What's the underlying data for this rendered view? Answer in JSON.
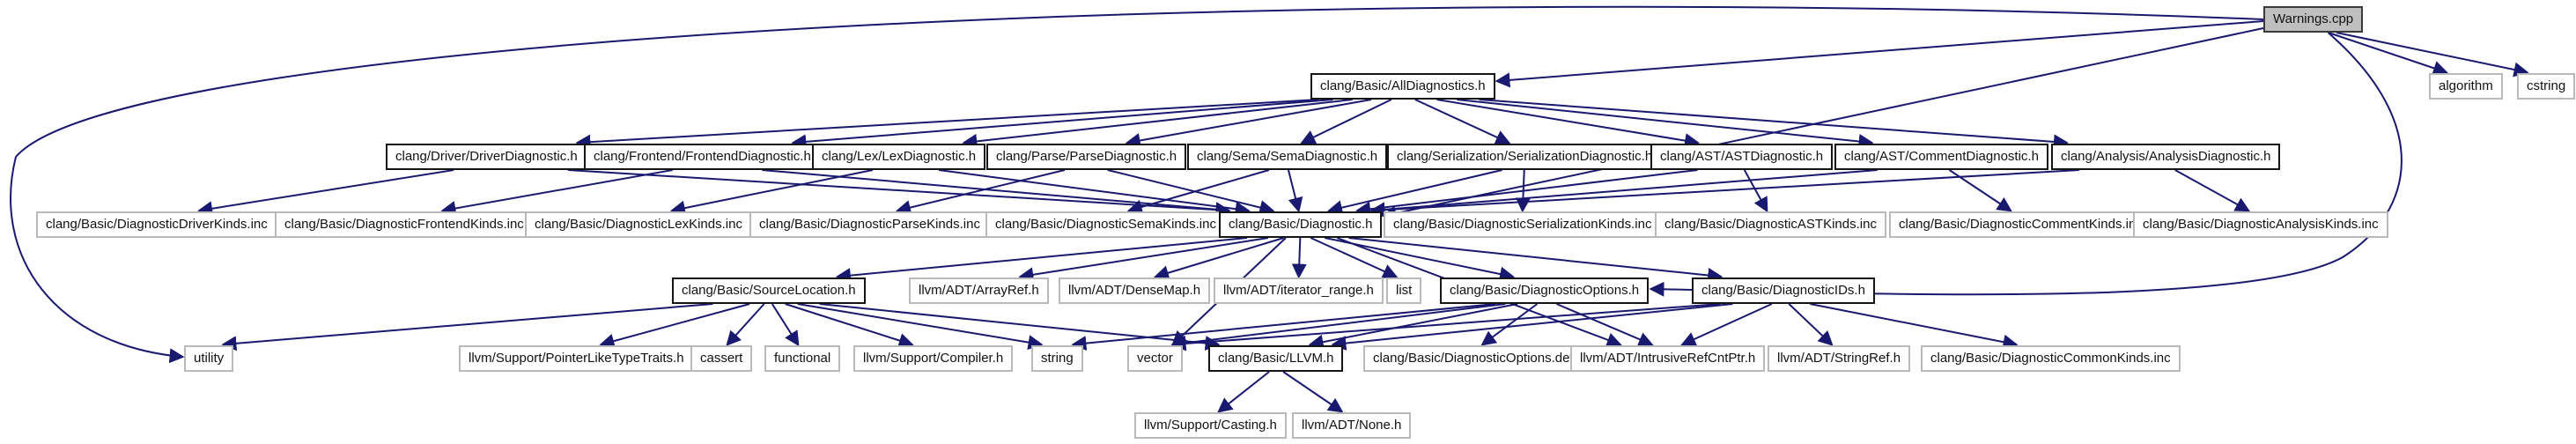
{
  "diagram": {
    "type": "include-dependency-graph",
    "root_label": "Warnings.cpp",
    "edge_color": "#191970",
    "root_fill": "#bfbfbf",
    "linked_border": "#151515",
    "plain_border": "#b9b9b9",
    "nodes": [
      {
        "id": "warnings_cpp",
        "label": "Warnings.cpp",
        "kind": "root"
      },
      {
        "id": "alldiagnostics",
        "label": "clang/Basic/AllDiagnostics.h",
        "kind": "header"
      },
      {
        "id": "algorithm",
        "label": "algorithm",
        "kind": "plain"
      },
      {
        "id": "cstring",
        "label": "cstring",
        "kind": "plain"
      },
      {
        "id": "driverdiag",
        "label": "clang/Driver/DriverDiagnostic.h",
        "kind": "header"
      },
      {
        "id": "frontenddiag",
        "label": "clang/Frontend/FrontendDiagnostic.h",
        "kind": "header"
      },
      {
        "id": "lexdiag",
        "label": "clang/Lex/LexDiagnostic.h",
        "kind": "header"
      },
      {
        "id": "parsediag",
        "label": "clang/Parse/ParseDiagnostic.h",
        "kind": "header"
      },
      {
        "id": "semadiag",
        "label": "clang/Sema/SemaDiagnostic.h",
        "kind": "header"
      },
      {
        "id": "serializationdiag",
        "label": "clang/Serialization/SerializationDiagnostic.h",
        "kind": "header"
      },
      {
        "id": "astdiag",
        "label": "clang/AST/ASTDiagnostic.h",
        "kind": "header"
      },
      {
        "id": "commentdiag",
        "label": "clang/AST/CommentDiagnostic.h",
        "kind": "header"
      },
      {
        "id": "analysisdiag",
        "label": "clang/Analysis/AnalysisDiagnostic.h",
        "kind": "header"
      },
      {
        "id": "driverkinds",
        "label": "clang/Basic/DiagnosticDriverKinds.inc",
        "kind": "plain"
      },
      {
        "id": "frontendkinds",
        "label": "clang/Basic/DiagnosticFrontendKinds.inc",
        "kind": "plain"
      },
      {
        "id": "lexkinds",
        "label": "clang/Basic/DiagnosticLexKinds.inc",
        "kind": "plain"
      },
      {
        "id": "parsekinds",
        "label": "clang/Basic/DiagnosticParseKinds.inc",
        "kind": "plain"
      },
      {
        "id": "semakinds",
        "label": "clang/Basic/DiagnosticSemaKinds.inc",
        "kind": "plain"
      },
      {
        "id": "diagnostic_h",
        "label": "clang/Basic/Diagnostic.h",
        "kind": "header"
      },
      {
        "id": "serializationkinds",
        "label": "clang/Basic/DiagnosticSerializationKinds.inc",
        "kind": "plain"
      },
      {
        "id": "astkinds",
        "label": "clang/Basic/DiagnosticASTKinds.inc",
        "kind": "plain"
      },
      {
        "id": "commentkinds",
        "label": "clang/Basic/DiagnosticCommentKinds.inc",
        "kind": "plain"
      },
      {
        "id": "analysiskinds",
        "label": "clang/Basic/DiagnosticAnalysisKinds.inc",
        "kind": "plain"
      },
      {
        "id": "sourcelocation",
        "label": "clang/Basic/SourceLocation.h",
        "kind": "header"
      },
      {
        "id": "arrayref",
        "label": "llvm/ADT/ArrayRef.h",
        "kind": "plain"
      },
      {
        "id": "densemap",
        "label": "llvm/ADT/DenseMap.h",
        "kind": "plain"
      },
      {
        "id": "iterator_range",
        "label": "llvm/ADT/iterator_range.h",
        "kind": "plain"
      },
      {
        "id": "list",
        "label": "list",
        "kind": "plain"
      },
      {
        "id": "diagopts",
        "label": "clang/Basic/DiagnosticOptions.h",
        "kind": "header"
      },
      {
        "id": "diagids",
        "label": "clang/Basic/DiagnosticIDs.h",
        "kind": "header"
      },
      {
        "id": "utility",
        "label": "utility",
        "kind": "plain"
      },
      {
        "id": "plttraits",
        "label": "llvm/Support/PointerLikeTypeTraits.h",
        "kind": "plain"
      },
      {
        "id": "cassert",
        "label": "cassert",
        "kind": "plain"
      },
      {
        "id": "functional",
        "label": "functional",
        "kind": "plain"
      },
      {
        "id": "compiler",
        "label": "llvm/Support/Compiler.h",
        "kind": "plain"
      },
      {
        "id": "string",
        "label": "string",
        "kind": "plain"
      },
      {
        "id": "vector",
        "label": "vector",
        "kind": "plain"
      },
      {
        "id": "llvm_h",
        "label": "clang/Basic/LLVM.h",
        "kind": "header"
      },
      {
        "id": "optionsdef",
        "label": "clang/Basic/DiagnosticOptions.def",
        "kind": "plain"
      },
      {
        "id": "intrusive",
        "label": "llvm/ADT/IntrusiveRefCntPtr.h",
        "kind": "plain"
      },
      {
        "id": "stringref",
        "label": "llvm/ADT/StringRef.h",
        "kind": "plain"
      },
      {
        "id": "commonkinds",
        "label": "clang/Basic/DiagnosticCommonKinds.inc",
        "kind": "plain"
      },
      {
        "id": "casting",
        "label": "llvm/Support/Casting.h",
        "kind": "plain"
      },
      {
        "id": "none_h",
        "label": "llvm/ADT/None.h",
        "kind": "plain"
      }
    ],
    "edges": [
      [
        "warnings_cpp",
        "alldiagnostics"
      ],
      [
        "warnings_cpp",
        "diagnostic_h"
      ],
      [
        "warnings_cpp",
        "diagopts"
      ],
      [
        "warnings_cpp",
        "utility"
      ],
      [
        "warnings_cpp",
        "algorithm"
      ],
      [
        "warnings_cpp",
        "cstring"
      ],
      [
        "alldiagnostics",
        "driverdiag"
      ],
      [
        "alldiagnostics",
        "frontenddiag"
      ],
      [
        "alldiagnostics",
        "lexdiag"
      ],
      [
        "alldiagnostics",
        "parsediag"
      ],
      [
        "alldiagnostics",
        "semadiag"
      ],
      [
        "alldiagnostics",
        "serializationdiag"
      ],
      [
        "alldiagnostics",
        "astdiag"
      ],
      [
        "alldiagnostics",
        "commentdiag"
      ],
      [
        "alldiagnostics",
        "analysisdiag"
      ],
      [
        "driverdiag",
        "driverkinds"
      ],
      [
        "driverdiag",
        "diagnostic_h"
      ],
      [
        "frontenddiag",
        "frontendkinds"
      ],
      [
        "frontenddiag",
        "diagnostic_h"
      ],
      [
        "lexdiag",
        "lexkinds"
      ],
      [
        "lexdiag",
        "diagnostic_h"
      ],
      [
        "parsediag",
        "parsekinds"
      ],
      [
        "parsediag",
        "diagnostic_h"
      ],
      [
        "semadiag",
        "semakinds"
      ],
      [
        "semadiag",
        "diagnostic_h"
      ],
      [
        "serializationdiag",
        "serializationkinds"
      ],
      [
        "serializationdiag",
        "diagnostic_h"
      ],
      [
        "astdiag",
        "astkinds"
      ],
      [
        "astdiag",
        "diagnostic_h"
      ],
      [
        "commentdiag",
        "commentkinds"
      ],
      [
        "commentdiag",
        "diagnostic_h"
      ],
      [
        "analysisdiag",
        "analysiskinds"
      ],
      [
        "analysisdiag",
        "diagnostic_h"
      ],
      [
        "diagnostic_h",
        "sourcelocation"
      ],
      [
        "diagnostic_h",
        "arrayref"
      ],
      [
        "diagnostic_h",
        "densemap"
      ],
      [
        "diagnostic_h",
        "iterator_range"
      ],
      [
        "diagnostic_h",
        "list"
      ],
      [
        "diagnostic_h",
        "diagopts"
      ],
      [
        "diagnostic_h",
        "diagids"
      ],
      [
        "diagnostic_h",
        "vector"
      ],
      [
        "diagnostic_h",
        "intrusive"
      ],
      [
        "sourcelocation",
        "utility"
      ],
      [
        "sourcelocation",
        "plttraits"
      ],
      [
        "sourcelocation",
        "cassert"
      ],
      [
        "sourcelocation",
        "functional"
      ],
      [
        "sourcelocation",
        "compiler"
      ],
      [
        "sourcelocation",
        "string"
      ],
      [
        "sourcelocation",
        "llvm_h"
      ],
      [
        "diagopts",
        "string"
      ],
      [
        "diagopts",
        "vector"
      ],
      [
        "diagopts",
        "llvm_h"
      ],
      [
        "diagopts",
        "intrusive"
      ],
      [
        "diagopts",
        "optionsdef"
      ],
      [
        "diagids",
        "vector"
      ],
      [
        "diagids",
        "llvm_h"
      ],
      [
        "diagids",
        "intrusive"
      ],
      [
        "diagids",
        "stringref"
      ],
      [
        "diagids",
        "commonkinds"
      ],
      [
        "llvm_h",
        "casting"
      ],
      [
        "llvm_h",
        "none_h"
      ]
    ]
  }
}
